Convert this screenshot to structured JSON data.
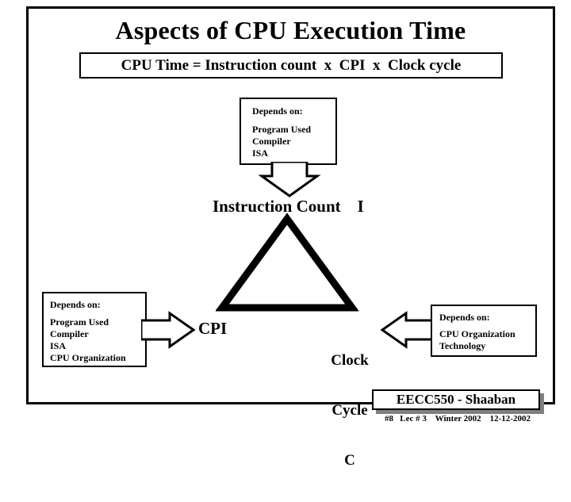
{
  "slide": {
    "title": "Aspects of CPU Execution Time",
    "equation": "CPU Time = Instruction count  x  CPI  x  Clock cycle",
    "background_color": "#ffffff",
    "ink_color": "#000000",
    "shadow_color": "#808080"
  },
  "boxes": {
    "top": {
      "heading": "Depends on:",
      "items": [
        "Program Used",
        "Compiler",
        "ISA"
      ]
    },
    "left": {
      "heading": "Depends on:",
      "items": [
        "Program Used",
        "Compiler",
        "ISA",
        "CPU Organization"
      ]
    },
    "right": {
      "heading": "Depends on:",
      "items": [
        "CPU Organization",
        "Technology"
      ]
    }
  },
  "nodes": {
    "instruction_count": "Instruction Count    I",
    "cpi": "CPI",
    "clock_cycle_lines": [
      "Clock",
      "Cycle",
      "C"
    ]
  },
  "arrows": {
    "down": "arrow-down-icon",
    "right": "arrow-right-icon",
    "left": "arrow-left-icon"
  },
  "footer": {
    "course": "EECC550 - Shaaban",
    "meta": "#8   Lec # 3    Winter 2002    12-12-2002"
  }
}
